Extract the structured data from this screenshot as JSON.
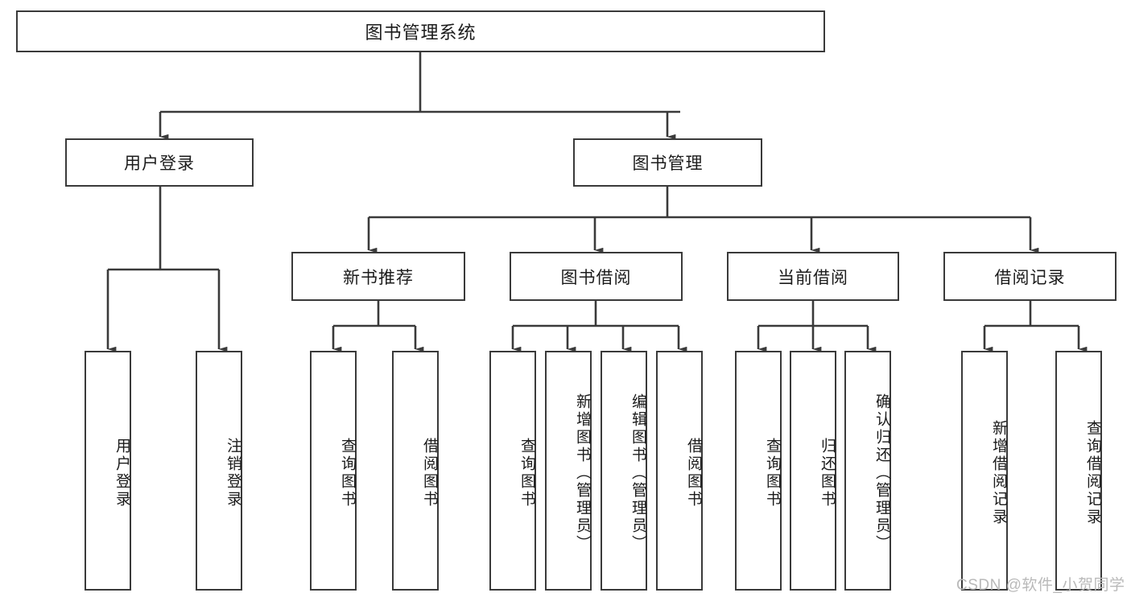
{
  "diagram": {
    "title": "图书管理系统",
    "watermark": "CSDN @软件_小贺同学",
    "line_color": "#3a3a3a",
    "background": "#ffffff",
    "text_color": "#1b1b1b",
    "root": {
      "label": "图书管理系统"
    },
    "level1": [
      {
        "label": "用户登录"
      },
      {
        "label": "图书管理"
      }
    ],
    "level2": [
      {
        "label": "新书推荐"
      },
      {
        "label": "图书借阅"
      },
      {
        "label": "当前借阅"
      },
      {
        "label": "借阅记录"
      }
    ],
    "leaves": {
      "user_login": [
        {
          "label": "用户登录"
        },
        {
          "label": "注销登录"
        }
      ],
      "new_book": [
        {
          "label": "查询图书"
        },
        {
          "label": "借阅图书"
        }
      ],
      "borrow_book": [
        {
          "label": "查询图书"
        },
        {
          "label": "新增图书（管理员）"
        },
        {
          "label": "编辑图书（管理员）"
        },
        {
          "label": "借阅图书"
        }
      ],
      "current_borrow": [
        {
          "label": "查询图书"
        },
        {
          "label": "归还图书"
        },
        {
          "label": "确认归还（管理员）"
        }
      ],
      "borrow_record": [
        {
          "label": "新增借阅记录"
        },
        {
          "label": "查询借阅记录"
        }
      ]
    }
  }
}
